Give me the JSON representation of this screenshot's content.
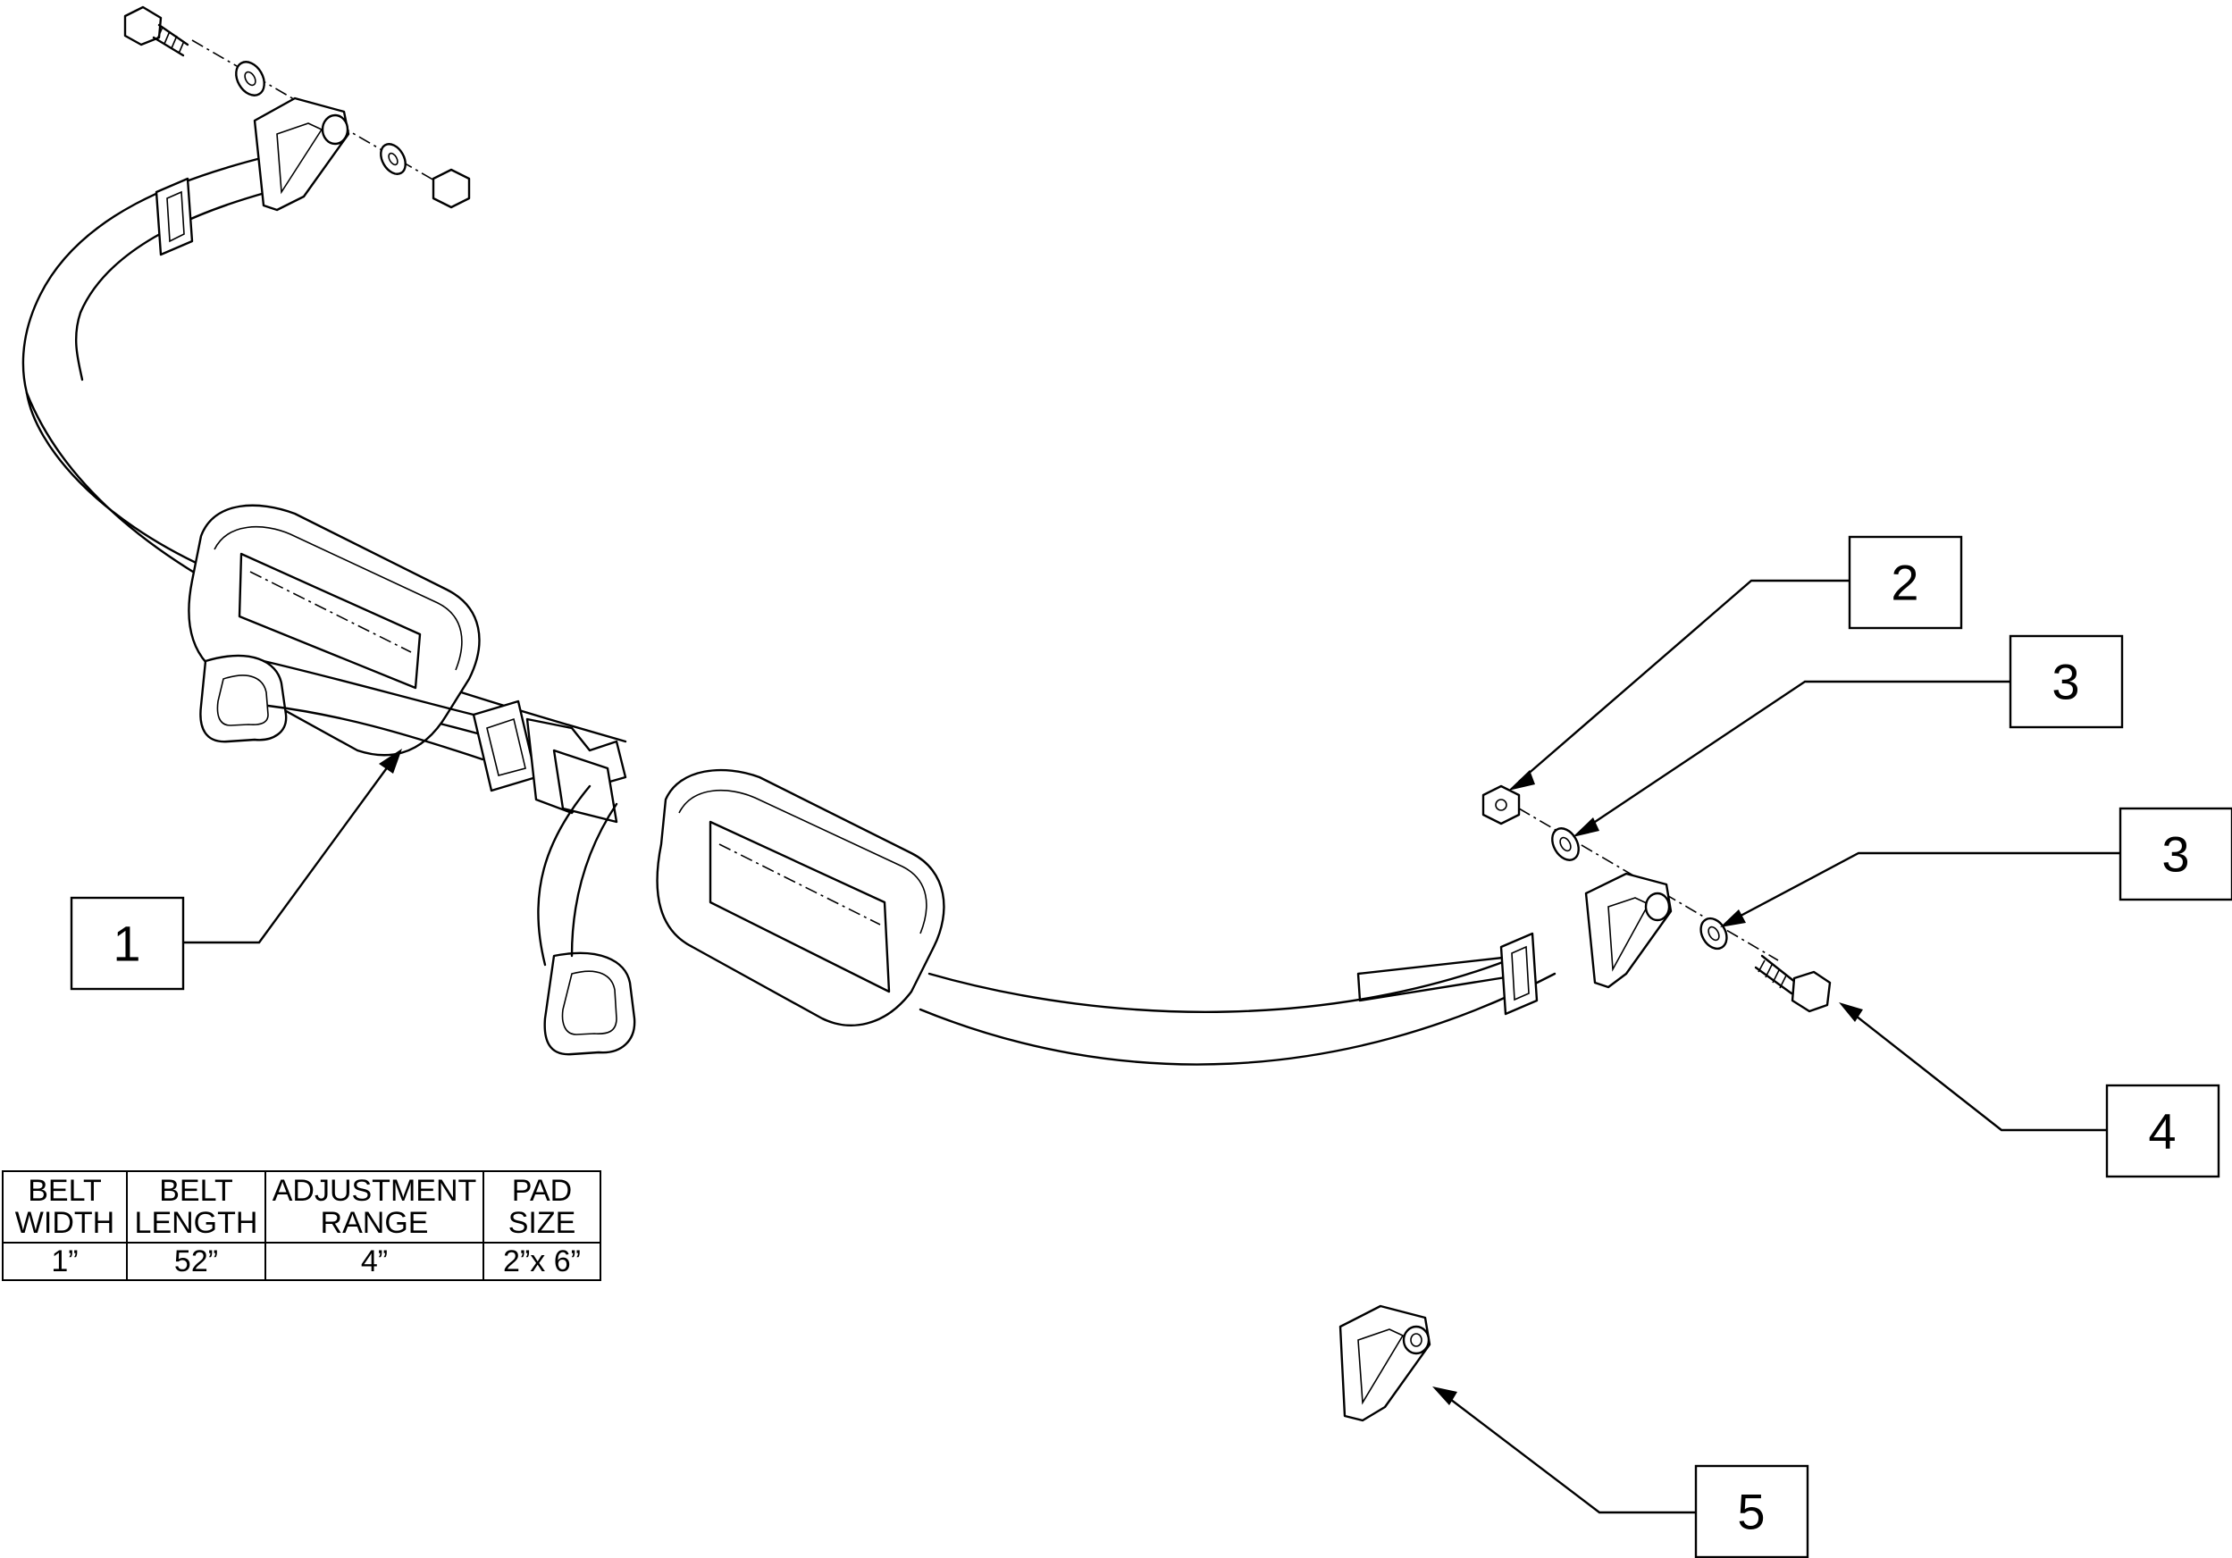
{
  "callouts": [
    {
      "id": "callout-1",
      "label": "1"
    },
    {
      "id": "callout-2",
      "label": "2"
    },
    {
      "id": "callout-3a",
      "label": "3"
    },
    {
      "id": "callout-3b",
      "label": "3"
    },
    {
      "id": "callout-4",
      "label": "4"
    },
    {
      "id": "callout-5",
      "label": "5"
    }
  ],
  "spec_table": {
    "headers": [
      {
        "line1": "BELT",
        "line2": "WIDTH"
      },
      {
        "line1": "BELT",
        "line2": "LENGTH"
      },
      {
        "line1": "ADJUSTMENT",
        "line2": "RANGE"
      },
      {
        "line1": "PAD",
        "line2": "SIZE"
      }
    ],
    "row": [
      "1”",
      "52”",
      "4”",
      "2”x 6”"
    ]
  }
}
